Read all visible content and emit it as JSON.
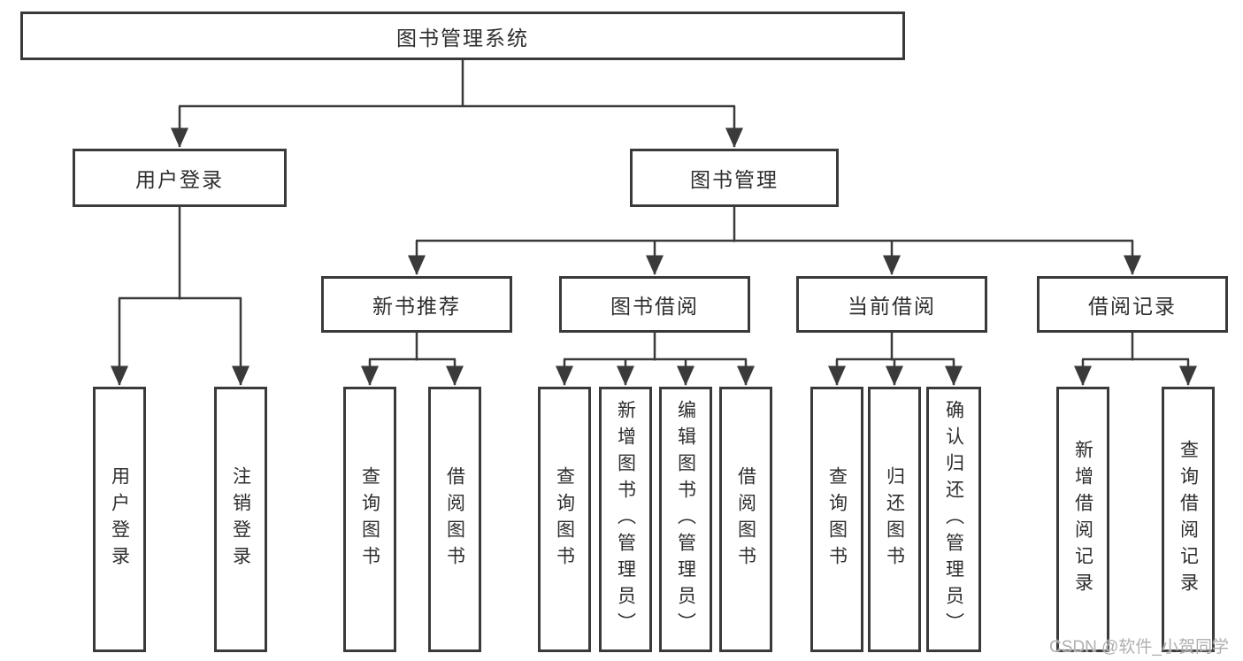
{
  "diagram": {
    "title": "图书管理系统",
    "tree": {
      "root": {
        "label": "图书管理系统"
      },
      "children": [
        {
          "label": "用户登录",
          "children": [
            {
              "label": "用户登录"
            },
            {
              "label": "注销登录"
            }
          ]
        },
        {
          "label": "图书管理",
          "children": [
            {
              "label": "新书推荐",
              "children": [
                {
                  "label": "查询图书"
                },
                {
                  "label": "借阅图书"
                }
              ]
            },
            {
              "label": "图书借阅",
              "children": [
                {
                  "label": "查询图书"
                },
                {
                  "label": "新增图书（管理员）"
                },
                {
                  "label": "编辑图书（管理员）"
                },
                {
                  "label": "借阅图书"
                }
              ]
            },
            {
              "label": "当前借阅",
              "children": [
                {
                  "label": "查询图书"
                },
                {
                  "label": "归还图书"
                },
                {
                  "label": "确认归还（管理员）"
                }
              ]
            },
            {
              "label": "借阅记录",
              "children": [
                {
                  "label": "新增借阅记录"
                },
                {
                  "label": "查询借阅记录"
                }
              ]
            }
          ]
        }
      ]
    },
    "colors": {
      "line": "#3a3a3a",
      "box_border": "#3a3a3a",
      "text": "#2e2e2e",
      "background": "#ffffff",
      "watermark": "#b0b0b0"
    }
  },
  "watermark": {
    "text": "CSDN @软件_小贺同学"
  }
}
